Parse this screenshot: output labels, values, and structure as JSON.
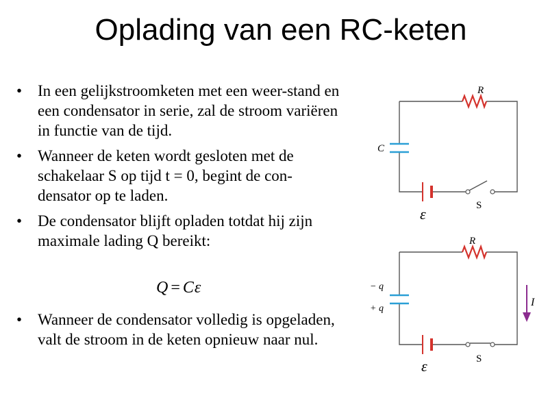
{
  "slide": {
    "title": "Oplading van een RC-keten",
    "bullets": [
      "In een gelijkstroomketen met een weer-stand en een condensator in serie, zal de stroom variëren in functie van de tijd.",
      "Wanneer de keten wordt gesloten met de schakelaar S op tijd t = 0, begint de con-densator op te laden.",
      "De condensator blijft opladen totdat hij zijn maximale lading Q bereikt:"
    ],
    "formula": {
      "lhs": "Q",
      "eq": "=",
      "rhs": "Cε"
    },
    "bullets_after": [
      "Wanneer de condensator volledig is opgeladen, valt de stroom in de keten opnieuw naar nul."
    ],
    "bullet_symbol": "•"
  },
  "circuit_open": {
    "resistor_label": "R",
    "capacitor_label": "C",
    "switch_label": "S",
    "emf_label": "ε"
  },
  "circuit_closed": {
    "resistor_label": "R",
    "charge_top": "− q",
    "charge_bottom": "+ q",
    "current_label": "I",
    "switch_label": "S",
    "emf_label": "ε"
  },
  "colors": {
    "wire": "#555555",
    "resistor": "#d4322c",
    "capacitor": "#2a9fd6",
    "battery": "#d4322c",
    "current_arrow": "#8b2c8f"
  }
}
